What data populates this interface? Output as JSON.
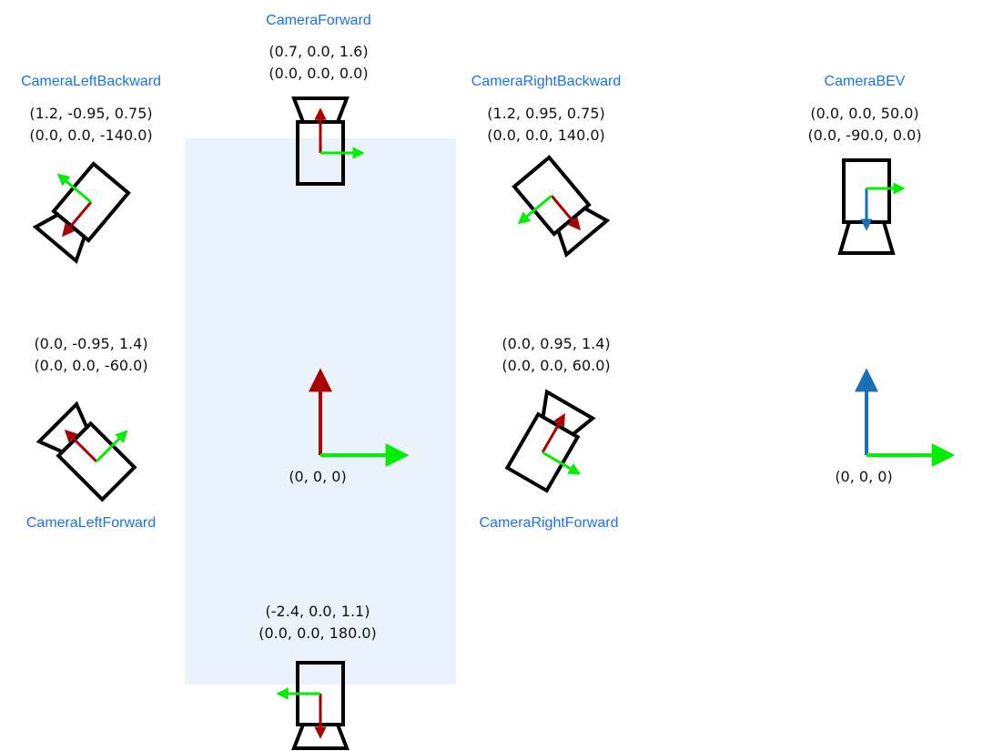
{
  "colors": {
    "vehicle": "#eaf2fc",
    "forward_axis": "#aa0000",
    "left_axis": "#00ee00",
    "up_axis": "#1a6fb5",
    "camera_outline": "#000000",
    "name_text": "#1a73e8"
  },
  "cameras": [
    {
      "id": "forward",
      "name": "CameraForward",
      "position": "(0.7, 0.0, 1.6)",
      "rotation": "(0.0, 0.0, 0.0)",
      "icon": "camera-icon"
    },
    {
      "id": "left_backward",
      "name": "CameraLeftBackward",
      "position": "(1.2, -0.95, 0.75)",
      "rotation": "(0.0, 0.0, -140.0)",
      "icon": "camera-icon"
    },
    {
      "id": "right_backward",
      "name": "CameraRightBackward",
      "position": "(1.2, 0.95, 0.75)",
      "rotation": "(0.0, 0.0, 140.0)",
      "icon": "camera-icon"
    },
    {
      "id": "bev",
      "name": "CameraBEV",
      "position": "(0.0, 0.0, 50.0)",
      "rotation": "(0.0, -90.0, 0.0)",
      "icon": "camera-icon"
    },
    {
      "id": "left_forward",
      "name": "CameraLeftForward",
      "position": "(0.0, -0.95, 1.4)",
      "rotation": "(0.0, 0.0, -60.0)",
      "icon": "camera-icon"
    },
    {
      "id": "right_forward",
      "name": "CameraRightForward",
      "position": "(0.0, 0.95, 1.4)",
      "rotation": "(0.0, 0.0, 60.0)",
      "icon": "camera-icon"
    },
    {
      "id": "rear",
      "name": "",
      "position": "(-2.4, 0.0, 1.1)",
      "rotation": "(0.0, 0.0, 180.0)",
      "icon": "camera-icon"
    }
  ],
  "origins": [
    {
      "id": "vehicle_origin",
      "label": "(0, 0, 0)"
    },
    {
      "id": "bev_origin",
      "label": "(0, 0, 0)"
    }
  ]
}
